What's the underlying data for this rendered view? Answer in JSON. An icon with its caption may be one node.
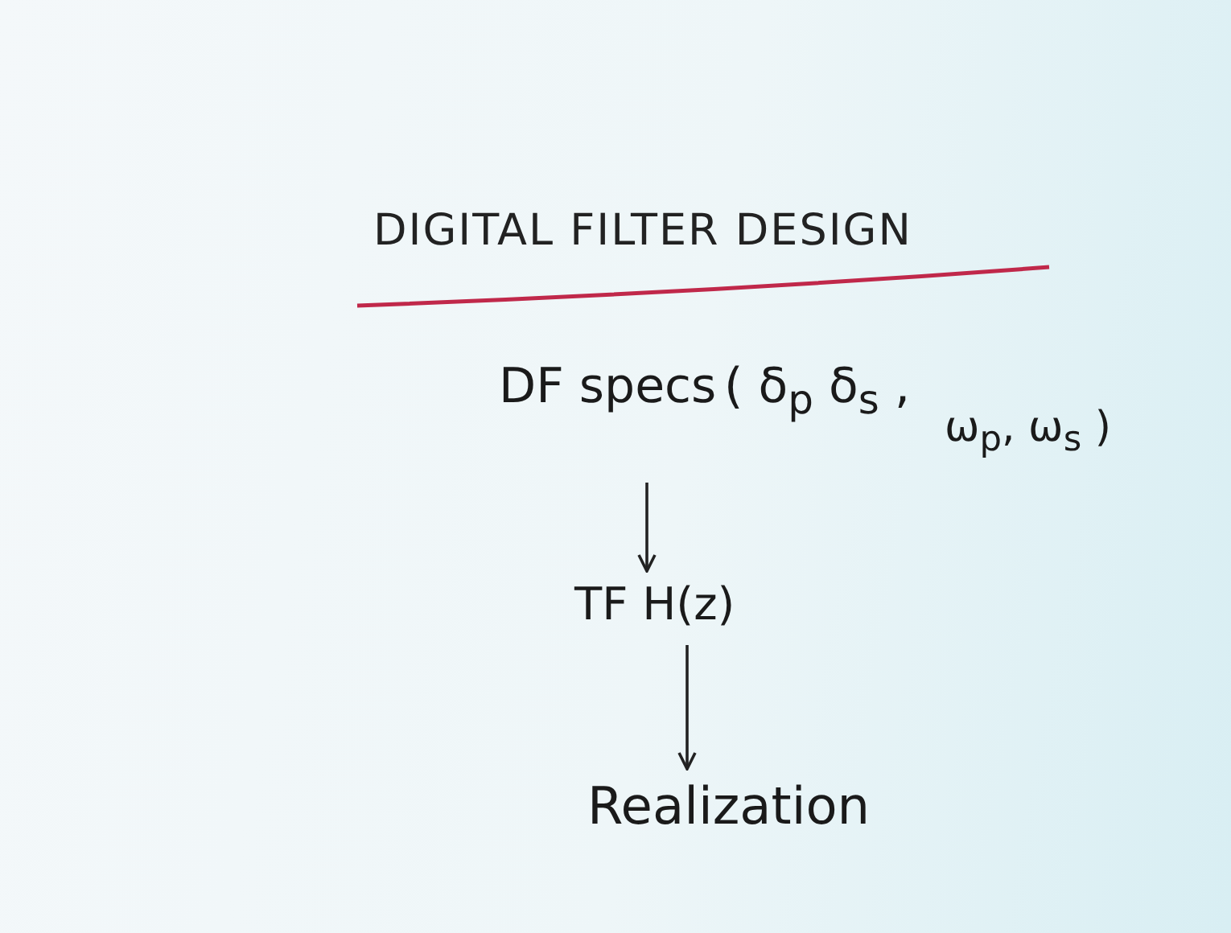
{
  "diagram": {
    "title": "DIGITAL FILTER DESIGN",
    "nodes": [
      {
        "text": [
          "DF specs",
          "( δ$_{p}$  δ$_{s}$ ,",
          "ω$_{p}$, ω$_{s}$ )"
        ]
      },
      {
        "text": [
          "TF  H(z)"
        ]
      },
      {
        "text": [
          "Realization"
        ]
      }
    ],
    "edges": [
      {
        "from": 0,
        "to": 1,
        "arrow": "to"
      },
      {
        "from": 1,
        "to": 2,
        "arrow": "to"
      }
    ]
  }
}
